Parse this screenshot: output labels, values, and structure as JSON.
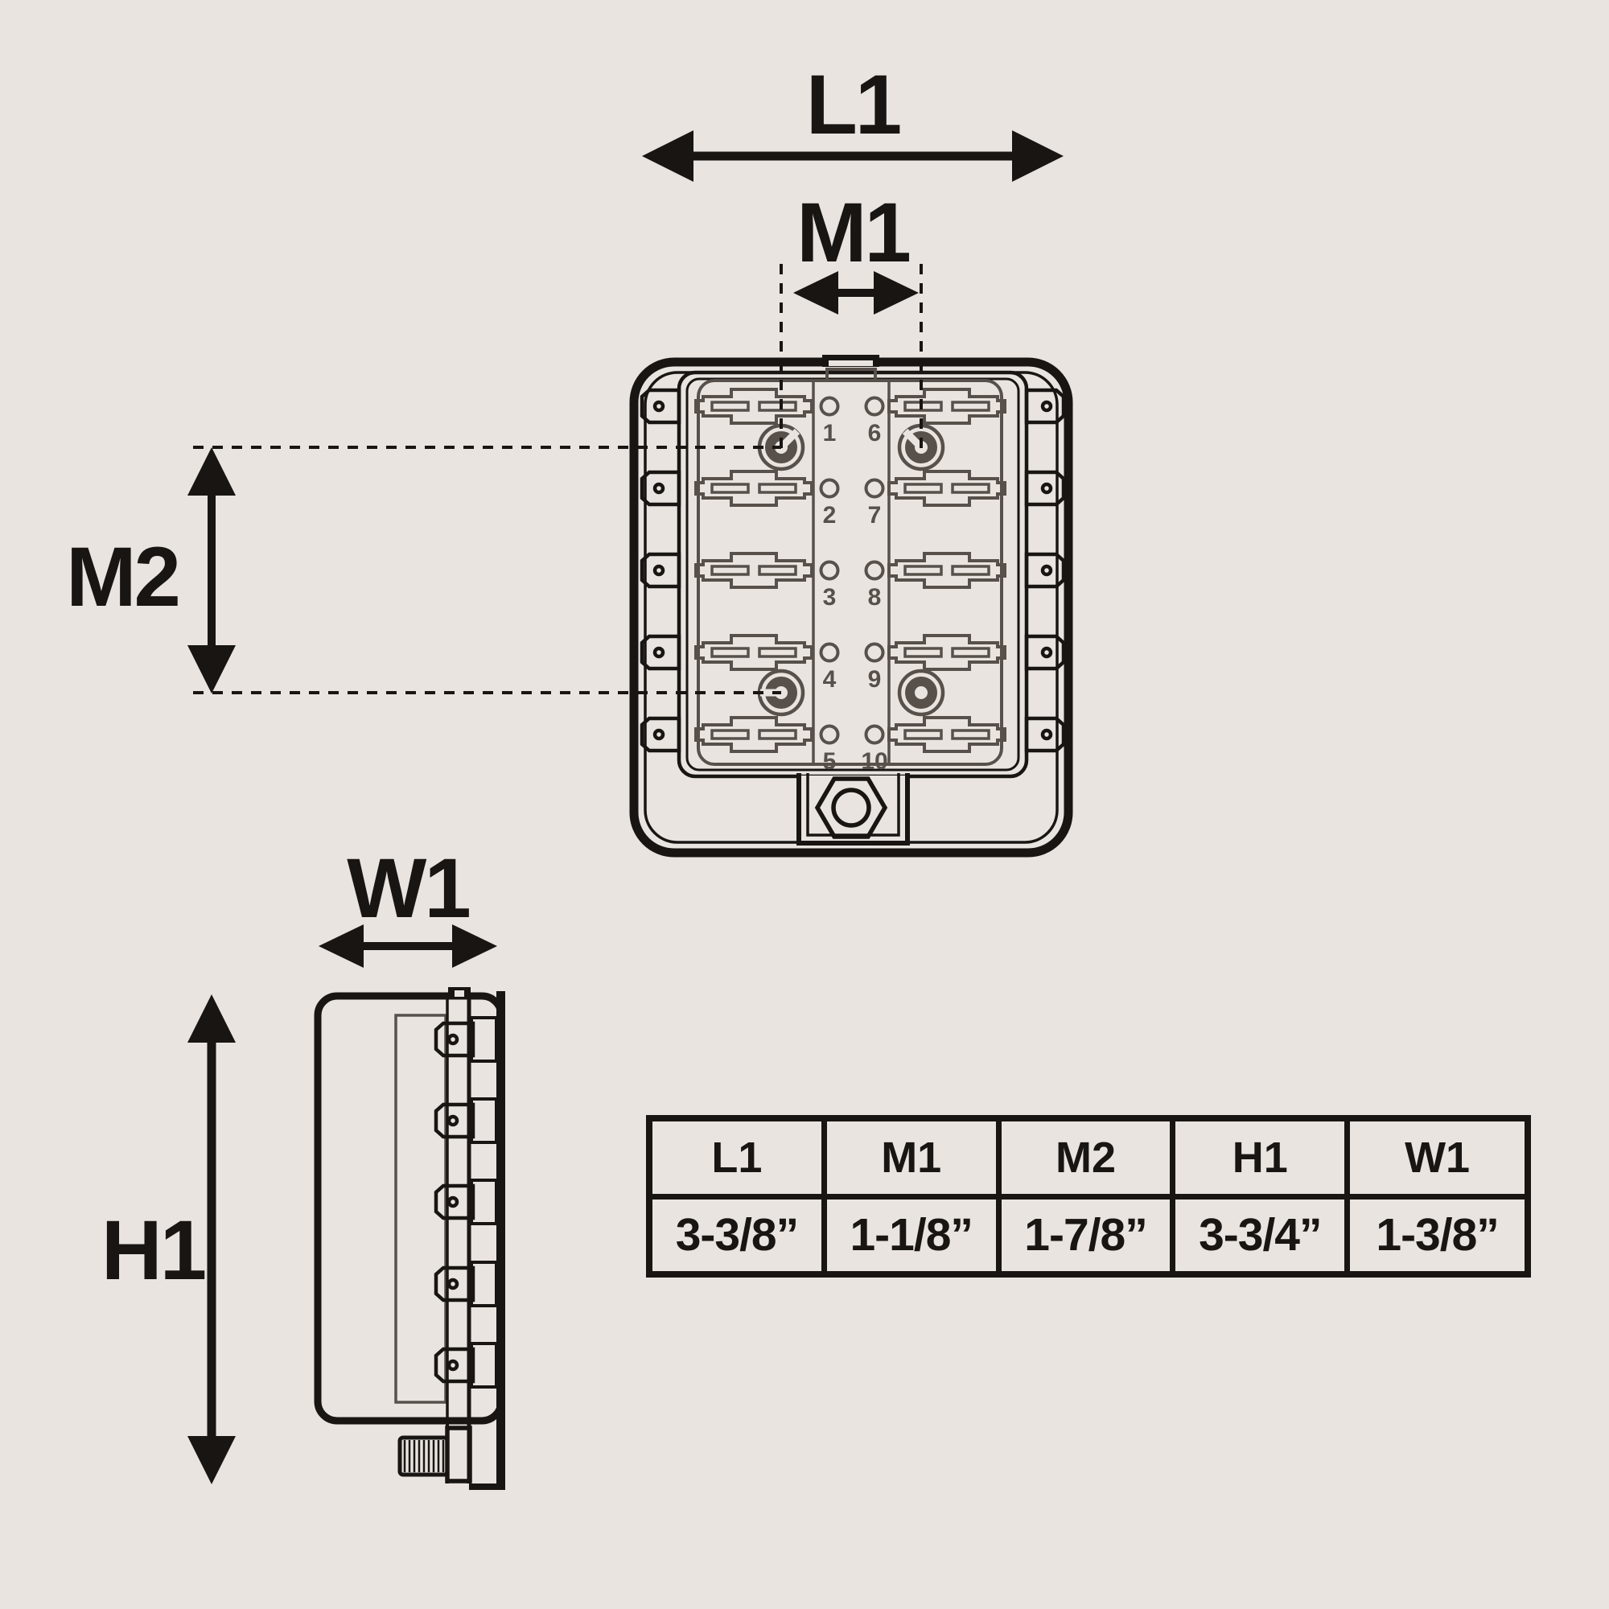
{
  "colors": {
    "background": "#e9e4e0",
    "line": "#181512",
    "detail_gray": "#57504b"
  },
  "dimension_labels": {
    "l1": "L1",
    "m1": "M1",
    "m2": "M2",
    "w1": "W1",
    "h1": "H1"
  },
  "top_view": {
    "fuse_position_labels": [
      "1",
      "2",
      "3",
      "4",
      "5",
      "6",
      "7",
      "8",
      "9",
      "10"
    ]
  },
  "spec_table": {
    "columns": [
      {
        "label": "L1",
        "value": "3-3/8”"
      },
      {
        "label": "M1",
        "value": "1-1/8”"
      },
      {
        "label": "M2",
        "value": "1-7/8”"
      },
      {
        "label": "H1",
        "value": "3-3/4”"
      },
      {
        "label": "W1",
        "value": "1-3/8”"
      }
    ]
  }
}
